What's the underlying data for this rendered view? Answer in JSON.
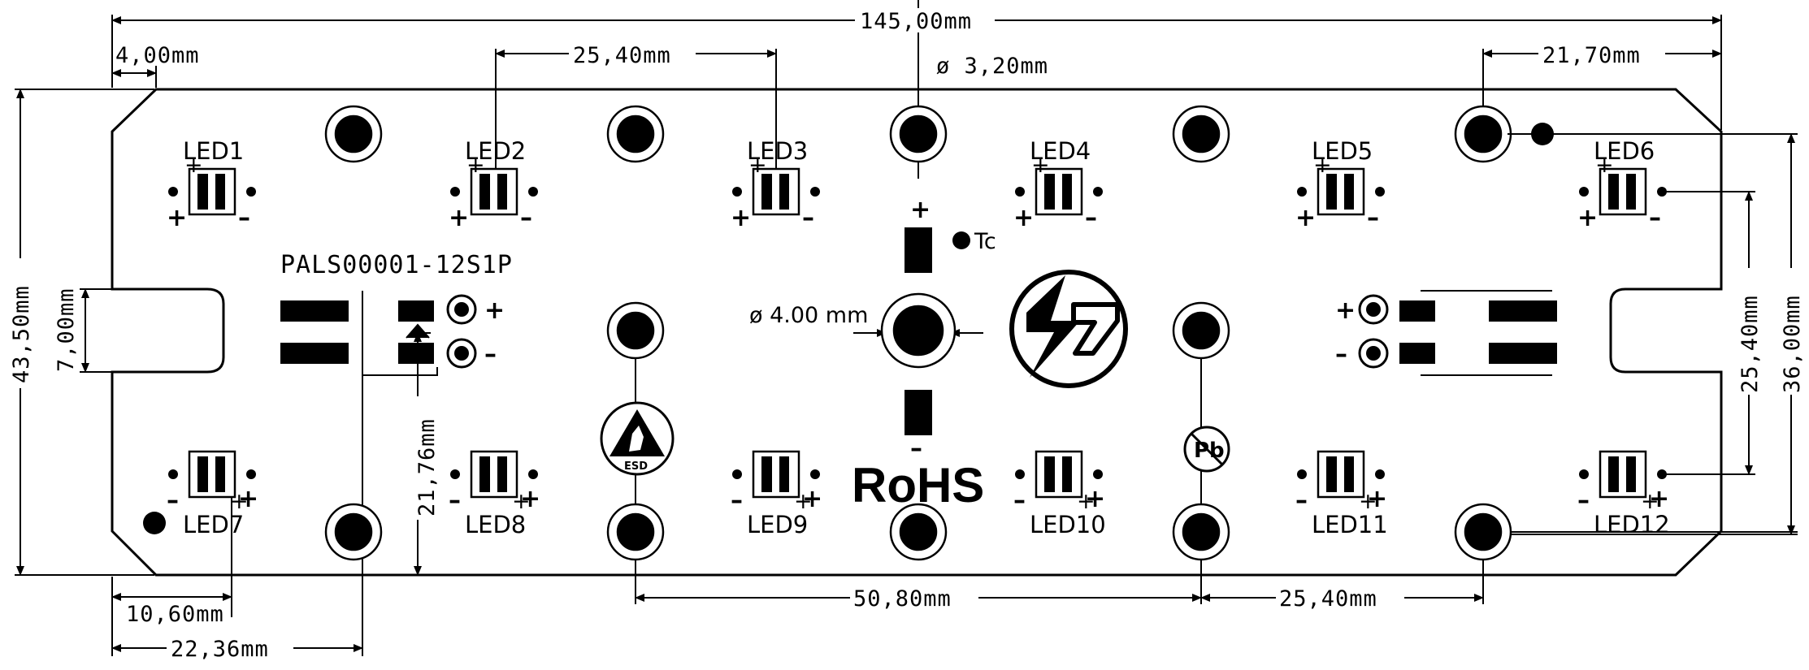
{
  "dimensions": {
    "total_width": "145,00mm",
    "corner_offset": "4,00mm",
    "led_pitch_top": "25,40mm",
    "hole_diameter": "ø 3,20mm",
    "right_hole_offset": "21,70mm",
    "total_height": "43,50mm",
    "slot_height": "7,00mm",
    "right_row_spacing": "25,40mm",
    "right_hole_spacing": "36,00mm",
    "center_hole_diameter": "ø 4.00 mm",
    "connector_offset_v": "21,76mm",
    "left_offset_1": "10,60mm",
    "left_offset_2": "22,36mm",
    "bottom_span": "50,80mm",
    "bottom_pitch": "25,40mm"
  },
  "board": {
    "part_number": "PALS00001-12S1P",
    "tc_label": "Tc",
    "rohs_label": "RoHS",
    "esd_label": "ESD",
    "pb_label": "Pb",
    "plus": "+",
    "minus": "–"
  },
  "leds_top": [
    "LED1",
    "LED2",
    "LED3",
    "LED4",
    "LED5",
    "LED6"
  ],
  "leds_bottom": [
    "LED7",
    "LED8",
    "LED9",
    "LED10",
    "LED11",
    "LED12"
  ]
}
